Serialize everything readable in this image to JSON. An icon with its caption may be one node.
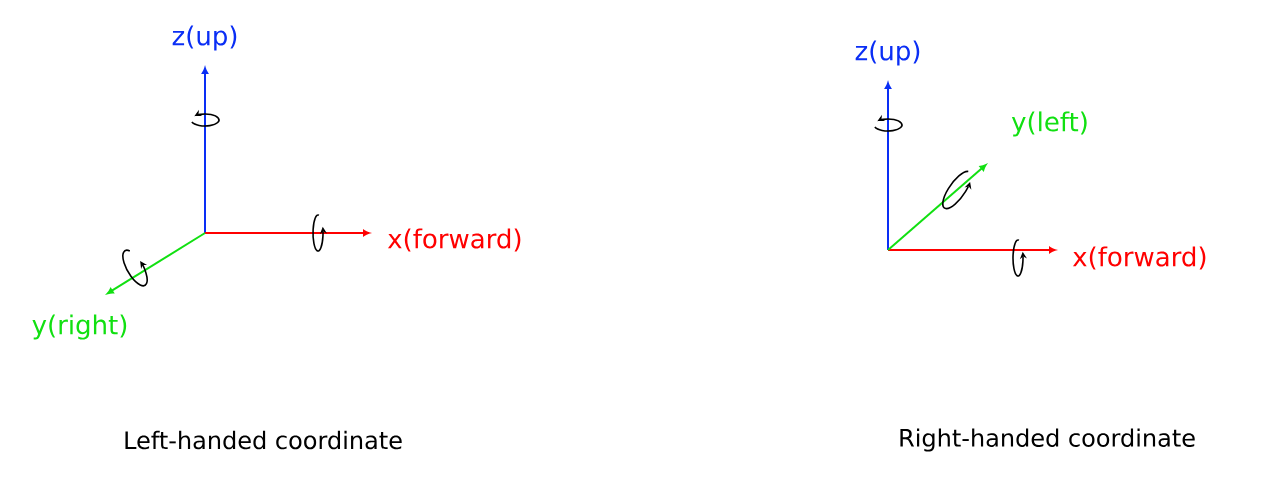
{
  "diagram": {
    "labels": [
      "z(up)",
      "x(forward)",
      "y(right)",
      "Left-handed coordinate",
      "z(up)",
      "y(left)",
      "x(forward)",
      "Right-handed coordinate"
    ]
  }
}
